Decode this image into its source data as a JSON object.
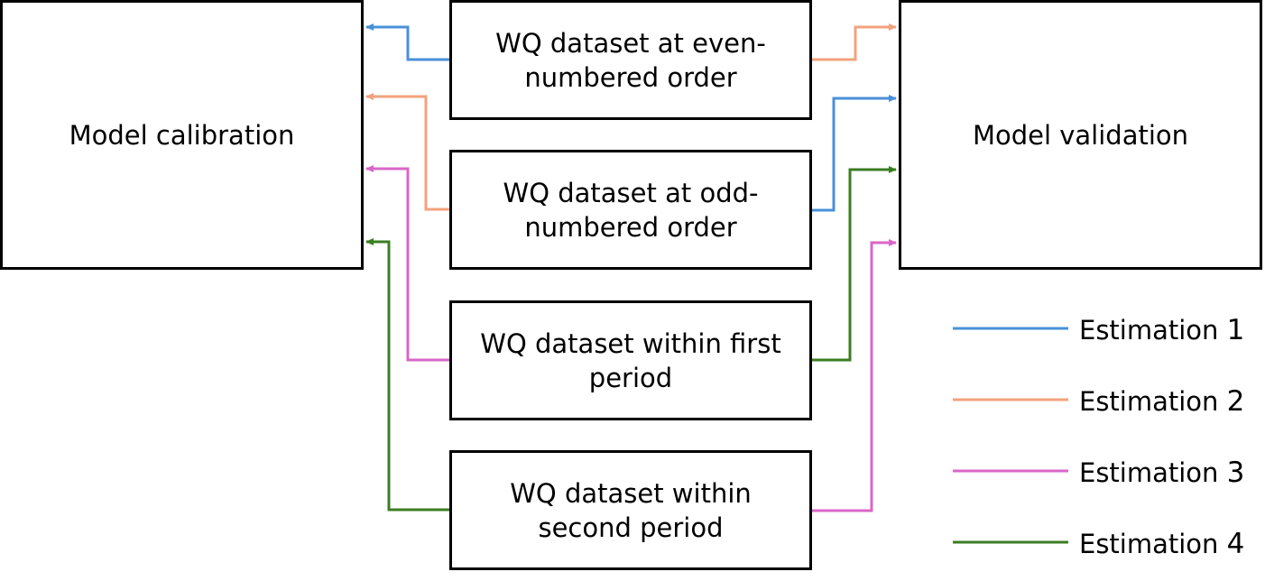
{
  "boxes": {
    "calibration": "Model calibration",
    "validation": "Model validation",
    "dataset_even": "WQ dataset at even-\nnumbered order",
    "dataset_odd": "WQ dataset at odd-\nnumbered order",
    "dataset_first": "WQ dataset within first\nperiod",
    "dataset_second": "WQ dataset within\nsecond period"
  },
  "legend": [
    {
      "label": "Estimation",
      "number": "1",
      "color": "#4a90d9",
      "icon": "blue-line"
    },
    {
      "label": "Estimation",
      "number": "2",
      "color": "#f2a27e",
      "icon": "orange-line"
    },
    {
      "label": "Estimation",
      "number": "3",
      "color": "#d966c8",
      "icon": "pink-line"
    },
    {
      "label": "Estimation",
      "number": "4",
      "color": "#3b7d23",
      "icon": "green-line"
    }
  ],
  "colors": {
    "box_border": "#000000",
    "background": "#ffffff"
  }
}
